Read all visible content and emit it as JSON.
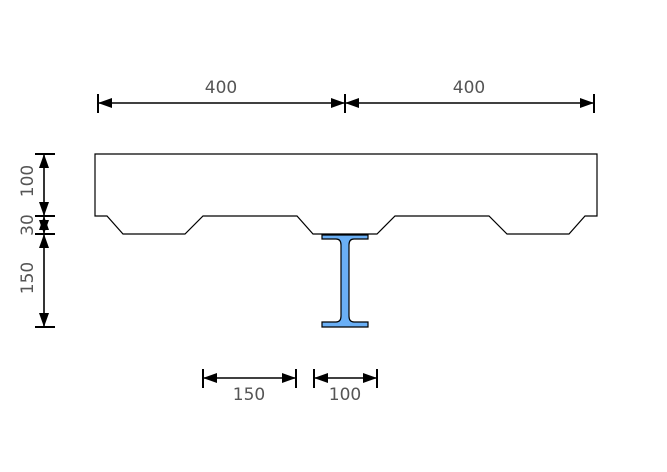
{
  "dimensions": {
    "top_left": "400",
    "top_right": "400",
    "slab_thickness": "100",
    "rib_depth": "30",
    "beam_depth": "150",
    "rib_bottom_width": "150",
    "flange_width": "100"
  },
  "colors": {
    "beam_fill": "#6aaff5",
    "line": "#000000",
    "text": "#555555"
  }
}
